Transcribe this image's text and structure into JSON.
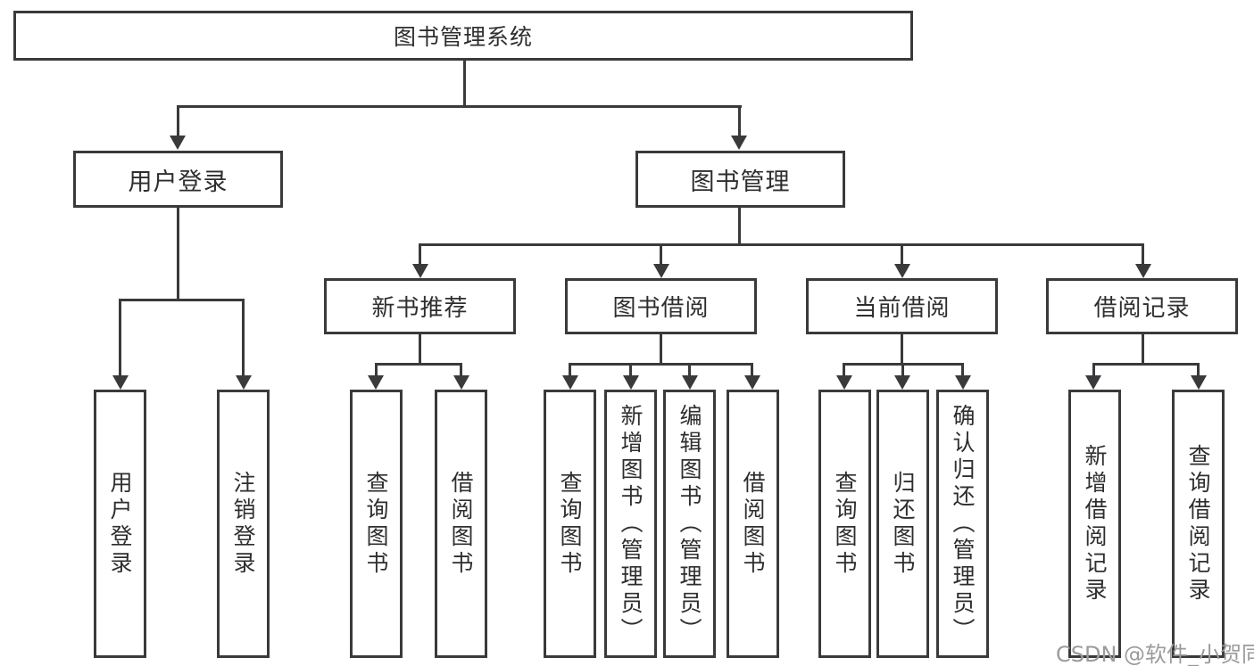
{
  "tree": {
    "root": "图书管理系统",
    "login": {
      "label": "用户登录",
      "leaves": [
        "用户登录",
        "注销登录"
      ]
    },
    "management": {
      "label": "图书管理",
      "groups": [
        {
          "label": "新书推荐",
          "leaves": [
            "查询图书",
            "借阅图书"
          ]
        },
        {
          "label": "图书借阅",
          "leaves": [
            "查询图书",
            "新增图书（管理员）",
            "编辑图书（管理员）",
            "借阅图书"
          ]
        },
        {
          "label": "当前借阅",
          "leaves": [
            "查询图书",
            "归还图书",
            "确认归还（管理员）"
          ]
        },
        {
          "label": "借阅记录",
          "leaves": [
            "新增借阅记录",
            "查询借阅记录"
          ]
        }
      ]
    }
  },
  "watermark": {
    "text": "CSDN @软件_小贺同学"
  },
  "colors": {
    "line": "#3a3a3c",
    "text": "#2e2e30",
    "background": "#ffffff",
    "watermark": "#9b9b9b"
  }
}
